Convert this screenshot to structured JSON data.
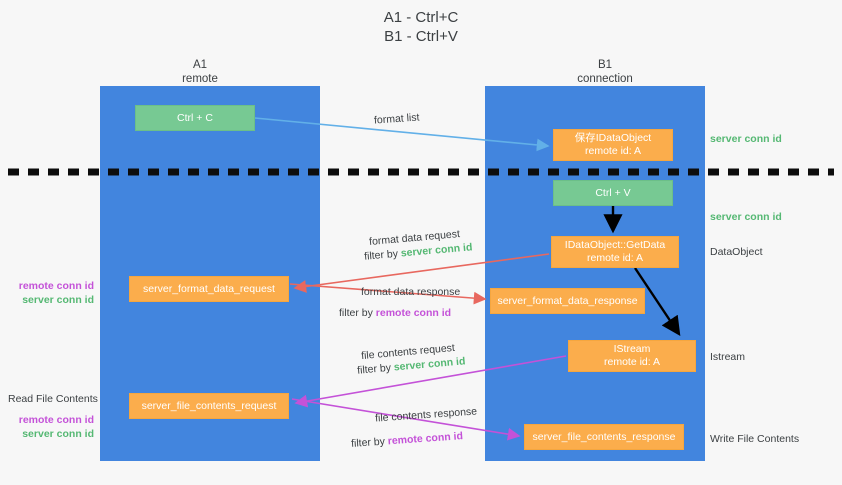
{
  "title": {
    "line1": "A1 - Ctrl+C",
    "line2": "B1 - Ctrl+V"
  },
  "columns": {
    "left": {
      "name": "A1",
      "role": "remote"
    },
    "right": {
      "name": "B1",
      "role": "connection"
    }
  },
  "nodes": {
    "ctrl_c": {
      "label": "Ctrl + C",
      "color": "#77c993"
    },
    "save_idataobject": {
      "line1": "保存IDataObject",
      "line2": "remote id: A",
      "color": "#fbad4c"
    },
    "ctrl_v": {
      "label": "Ctrl + V",
      "color": "#77c993"
    },
    "getdata": {
      "line1": "IDataObject::GetData",
      "line2": "remote id: A",
      "color": "#fbad4c"
    },
    "format_data_request": {
      "label": "server_format_data_request",
      "color": "#fbad4c"
    },
    "format_data_response": {
      "label": "server_format_data_response",
      "color": "#fbad4c"
    },
    "istream": {
      "line1": "IStream",
      "line2": "remote id: A",
      "color": "#fbad4c"
    },
    "file_contents_request": {
      "label": "server_file_contents_request",
      "color": "#fbad4c"
    },
    "file_contents_response": {
      "label": "server_file_contents_response",
      "color": "#fbad4c"
    }
  },
  "edge_labels": {
    "format_list": "format list",
    "format_data_request": "format data request",
    "format_data_request_filter_prefix": "filter by ",
    "format_data_request_filter_value": "server conn id",
    "format_data_response": "format data response",
    "format_data_response_filter_prefix": "filter by ",
    "format_data_response_filter_value": "remote conn id",
    "file_contents_request": "file contents request",
    "file_contents_request_filter_prefix": "filter by ",
    "file_contents_request_filter_value": "server conn id",
    "file_contents_response": "file contents response",
    "file_contents_response_filter_prefix": "filter by ",
    "file_contents_response_filter_value": "remote conn id"
  },
  "annotations": {
    "right_server_conn_id_top": "server conn id",
    "right_server_conn_id_mid": "server conn id",
    "dataobject": "DataObject",
    "istream": "Istream",
    "write_file_contents": "Write File Contents",
    "read_file_contents": "Read File Contents",
    "left_remote_conn_id_1": "remote conn id",
    "left_server_conn_id_1": "server conn id",
    "left_remote_conn_id_2": "remote conn id",
    "left_server_conn_id_2": "server conn id"
  },
  "colors": {
    "lane": "#4285de",
    "green_node": "#77c993",
    "orange_node": "#fbad4c",
    "green_text": "#55b873",
    "magenta_text": "#c452d8",
    "arrow_blue": "#62b0e8",
    "arrow_red": "#e8685f",
    "arrow_magenta": "#c452d8",
    "arrow_black": "#000000",
    "divider": "#0d0d0d",
    "background": "#f7f7f7"
  }
}
